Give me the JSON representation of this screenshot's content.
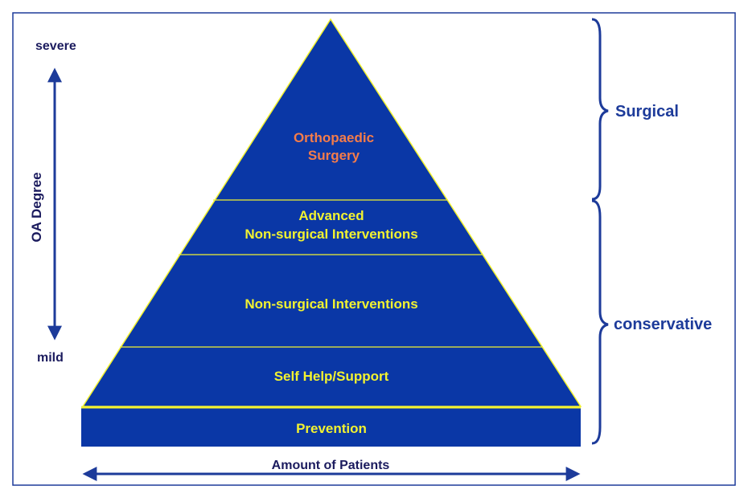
{
  "levels": {
    "surgery": {
      "line1": "Orthopaedic",
      "line2": "Surgery"
    },
    "advanced": {
      "line1": "Advanced",
      "line2": "Non-surgical Interventions"
    },
    "nonsurgical": {
      "label": "Non-surgical Interventions"
    },
    "selfhelp": {
      "label": "Self Help/Support"
    },
    "prevention": {
      "label": "Prevention"
    }
  },
  "axis_left": {
    "top": "severe",
    "bottom": "mild",
    "title": "OA Degree"
  },
  "axis_bottom": {
    "title": "Amount of Patients"
  },
  "brackets": {
    "upper": "Surgical",
    "lower": "conservative"
  },
  "colors": {
    "pyramid_fill": "#0a37a6",
    "divider": "#f2f230",
    "highlight_text": "#f47c4a",
    "level_text": "#f2f230",
    "label_text": "#1b1b5e",
    "arrow": "#1d3b9a",
    "frame": "#1d3b9a"
  }
}
